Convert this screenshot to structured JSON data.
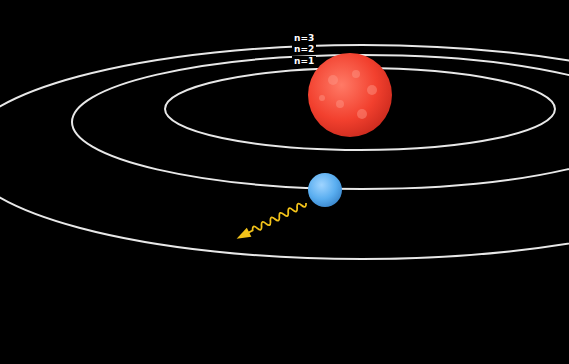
{
  "diagram": {
    "labels": [
      "n=3",
      "n=2",
      "n=1"
    ]
  }
}
